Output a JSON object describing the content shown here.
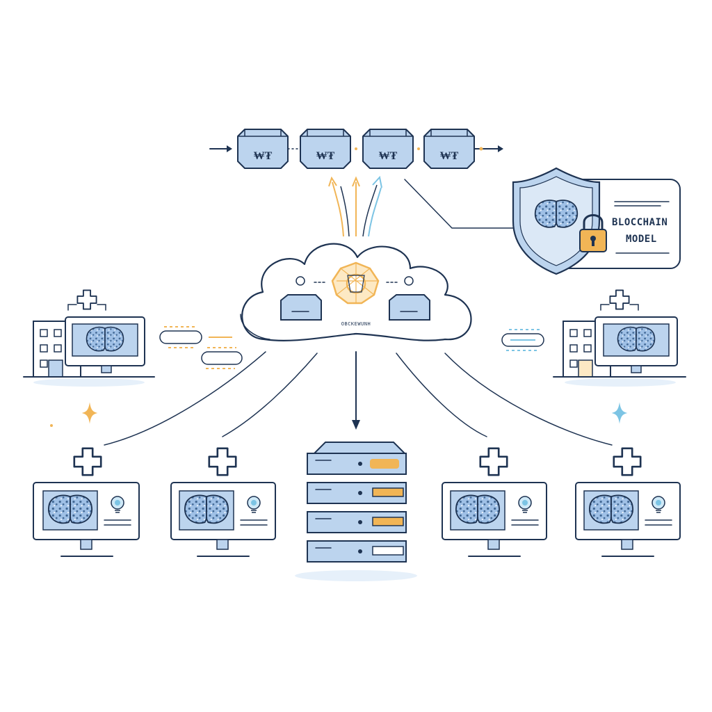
{
  "blockchain": {
    "blocks": [
      {
        "symbol": "₩₮"
      },
      {
        "symbol": "₩₮"
      },
      {
        "symbol": "₩₮"
      },
      {
        "symbol": "₩₮"
      }
    ]
  },
  "model_card": {
    "line1": "BLOCCHAIN",
    "line2": "MODEL"
  },
  "cloud": {
    "caption": "OBCKEWUNH"
  },
  "colors": {
    "ink": "#1e3352",
    "block_blue": "#bcd4ee",
    "accent_gold": "#f1b556",
    "accent_cyan": "#7cc4e4",
    "pale_blue": "#e6f0fa"
  },
  "icons": [
    "arrow-icon",
    "blockchain-block-icon",
    "shield-icon",
    "brain-scan-icon",
    "padlock-icon",
    "cloud-icon",
    "network-node-icon",
    "hospital-icon",
    "medical-cross-icon",
    "monitor-icon",
    "server-rack-icon",
    "capsule-icon",
    "sparkle-icon",
    "lightbulb-icon"
  ]
}
